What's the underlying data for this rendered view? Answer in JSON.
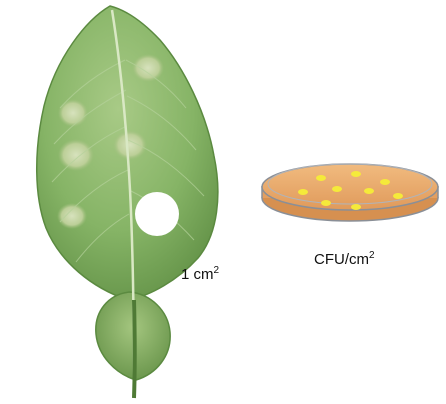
{
  "leaf": {
    "area_label": {
      "value": "1 cm",
      "superscript": "2"
    }
  },
  "plate": {
    "unit_label": {
      "value": "CFU/cm",
      "superscript": "2"
    },
    "colony_count": 9
  },
  "colors": {
    "leaf_main": "#86b466",
    "leaf_dark": "#5e8d43",
    "leaf_light": "#a8ca86",
    "lesion": "#c7d7a9",
    "punch_disc": "#ffffff",
    "agar": "#e8a86a",
    "colony": "#f5ea3a",
    "dish_edge": "#8a8f97"
  }
}
